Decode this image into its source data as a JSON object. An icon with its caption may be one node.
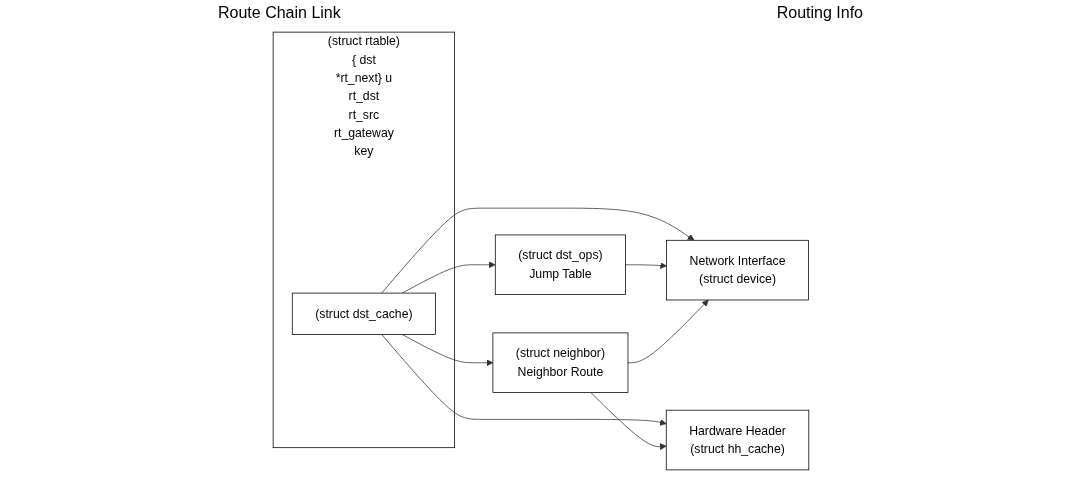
{
  "diagram": {
    "nodes": [
      {
        "text": [
          "(struct rtable)",
          "{ dst",
          "*rt_next} u",
          "rt_dst",
          "rt_src",
          "rt_gateway",
          "key"
        ]
      },
      {
        "text": [
          "(struct dst_cache)"
        ],
        "in": 0
      },
      {
        "text": [
          "(struct dst_ops)",
          "Jump Table"
        ]
      },
      {
        "text": [
          "(struct neighbor)",
          "Neighbor Route"
        ]
      },
      {
        "text": [
          "Network Interface",
          "(struct device)"
        ]
      },
      {
        "text": [
          "Hardware Header",
          "(struct hh_cache)"
        ]
      }
    ],
    "edges": [
      {
        "from": 1,
        "to": 2,
        "arrow": "to"
      },
      {
        "from": 1,
        "to": 3,
        "arrow": "to"
      },
      {
        "from": 1,
        "to": 4,
        "arrow": "to"
      },
      {
        "from": 1,
        "to": 5,
        "arrow": "to"
      },
      {
        "from": 2,
        "to": 4,
        "arrow": "to"
      },
      {
        "from": 3,
        "to": 4,
        "arrow": "to"
      },
      {
        "from": 3,
        "to": 5,
        "arrow": "to"
      }
    ],
    "labels": [
      "Route Chain Link",
      "Routing Info"
    ]
  }
}
